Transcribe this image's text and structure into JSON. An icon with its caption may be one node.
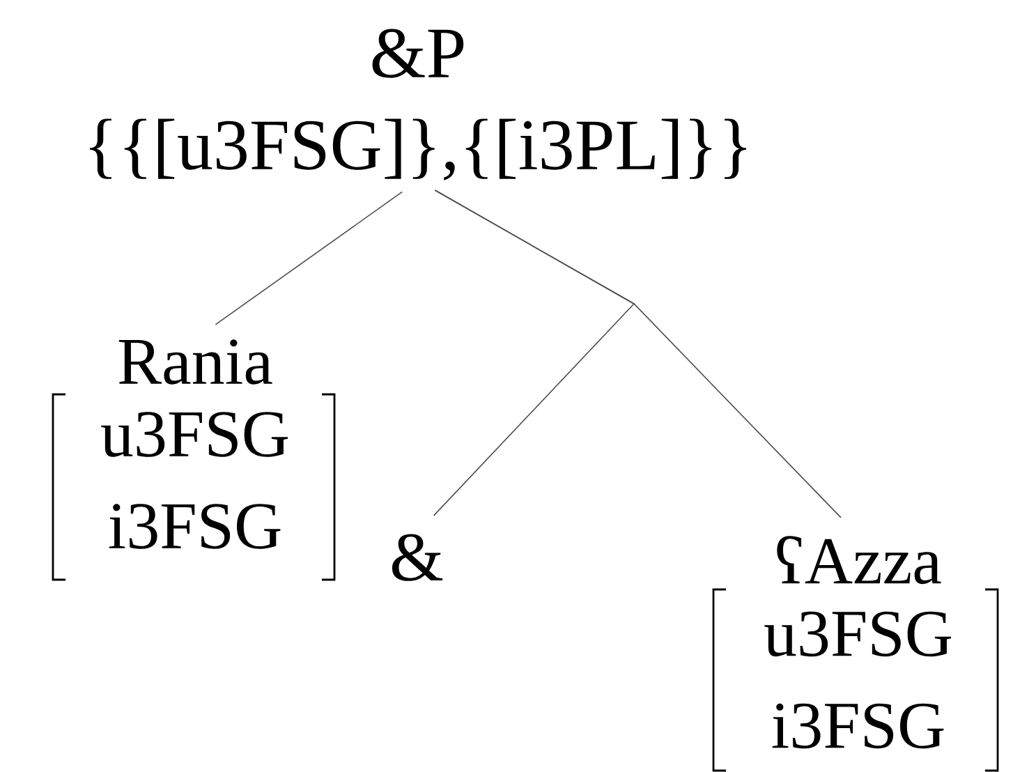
{
  "diagram": {
    "nodes": [
      {
        "text": [
          "&P",
          "{{[u3FSG]},{[i3PL]}}"
        ]
      },
      {
        "text": [
          "Rania",
          "u3FSG",
          "i3FSG"
        ]
      },
      {
        "text": [
          "&"
        ]
      },
      {
        "text": [
          "ʕAzza",
          "u3FSG",
          "i3FSG"
        ]
      }
    ],
    "edges": [
      {
        "from": 0,
        "to": 1,
        "arrow": "none"
      },
      {
        "from": 0,
        "to": 2,
        "arrow": "none"
      },
      {
        "from": 0,
        "to": 3,
        "arrow": "none"
      }
    ]
  }
}
